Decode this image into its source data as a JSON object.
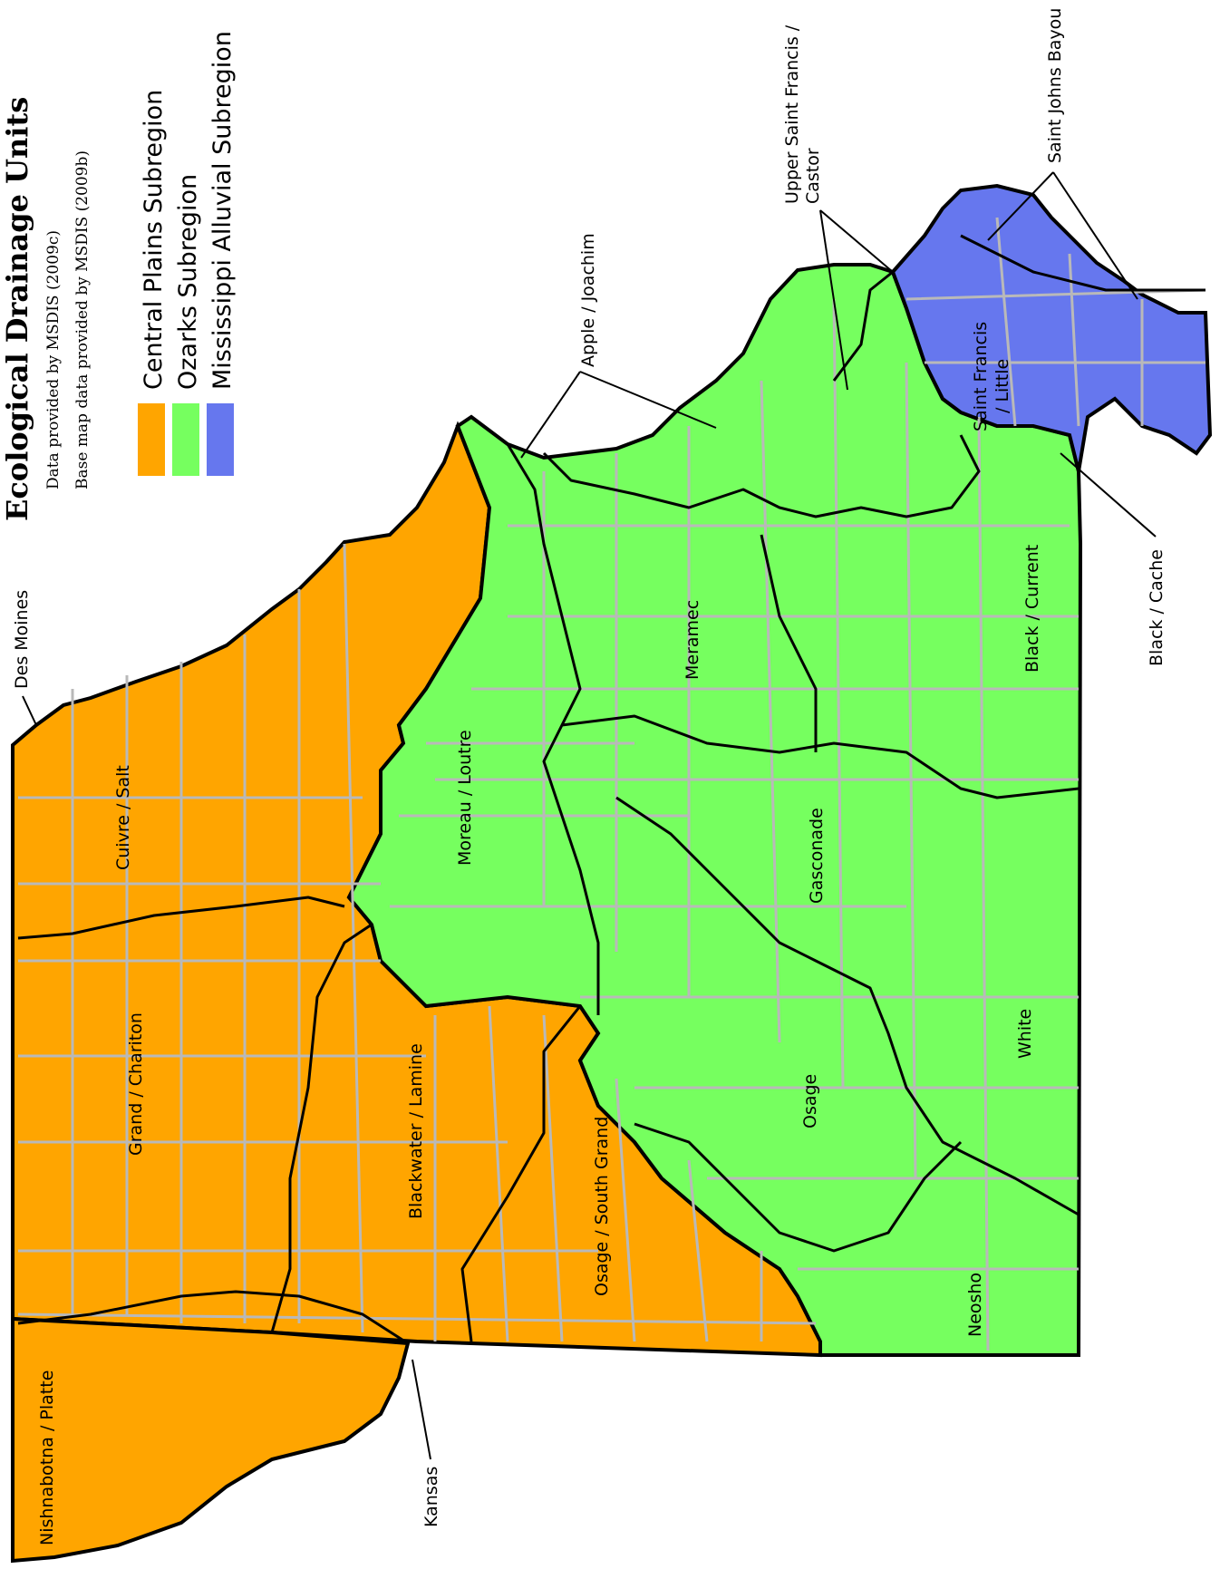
{
  "title": "Ecological Drainage Units",
  "credit_data": "Data provided by MSDIS (2009c)",
  "credit_base": "Base map data provided by MSDIS (2009b)",
  "legend": [
    {
      "label": "Central Plains Subregion",
      "color": "#ffa500"
    },
    {
      "label": "Ozarks Subregion",
      "color": "#76ff5f"
    },
    {
      "label": "Mississippi Alluvial Subregion",
      "color": "#6677ee"
    }
  ],
  "units": {
    "des_moines": "Des Moines",
    "cuivre_salt": "Cuivre / Salt",
    "grand_chariton": "Grand / Chariton",
    "nishnabotna_platte": "Nishnabotna / Platte",
    "kansas": "Kansas",
    "blackwater_lamine": "Blackwater / Lamine",
    "osage_south_grand": "Osage / South Grand",
    "moreau_loutre": "Moreau / Loutre",
    "meramec": "Meramec",
    "gasconade": "Gasconade",
    "osage": "Osage",
    "neosho": "Neosho",
    "white": "White",
    "black_current": "Black / Current",
    "apple_joachim": "Apple / Joachim",
    "upper_st_francis_1": "Upper Saint Francis /",
    "upper_st_francis_2": "Castor",
    "saint_johns_bayou": "Saint Johns Bayou",
    "st_francis_little_1": "Saint Francis",
    "st_francis_little_2": "/ Little",
    "black_cache": "Black / Cache"
  }
}
